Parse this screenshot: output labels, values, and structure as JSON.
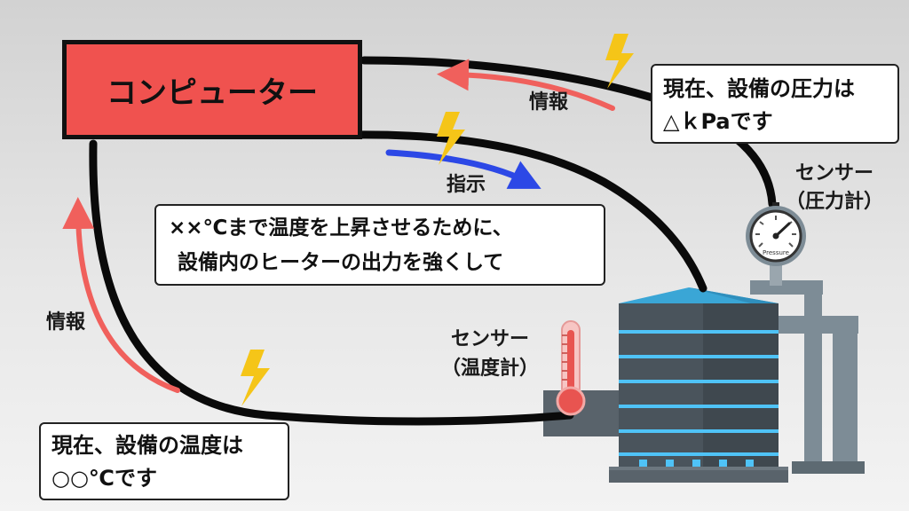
{
  "computer": {
    "label": "コンピューター"
  },
  "pressure_message": {
    "line1": "現在、設備の圧力は",
    "line2": "△ｋPaです"
  },
  "instruction_message": {
    "line1": "××℃まで温度を上昇させるために、",
    "line2": "設備内のヒーターの出力を強くして"
  },
  "temperature_message": {
    "line1": "現在、設備の温度は",
    "line2": "○○℃です"
  },
  "labels": {
    "info_top": "情報",
    "instruction": "指示",
    "info_left": "情報",
    "pressure_sensor_line1": "センサー",
    "pressure_sensor_line2": "（圧力計）",
    "temperature_sensor_line1": "センサー",
    "temperature_sensor_line2": "（温度計）",
    "gauge_text": "Pressure"
  },
  "colors": {
    "computer_fill": "#f0524f",
    "info_arrow": "#f0605c",
    "instruction_arrow": "#2c48e6",
    "lightning": "#f5c518",
    "cable": "#0a0a0a",
    "tank_body": "#4a545c",
    "tank_bands": "#4fc3f7",
    "pipes": "#7d8c96"
  },
  "icons": [
    "lightning-icon",
    "pressure-gauge-icon",
    "thermometer-icon",
    "water-tank-icon",
    "arrow-icon"
  ]
}
